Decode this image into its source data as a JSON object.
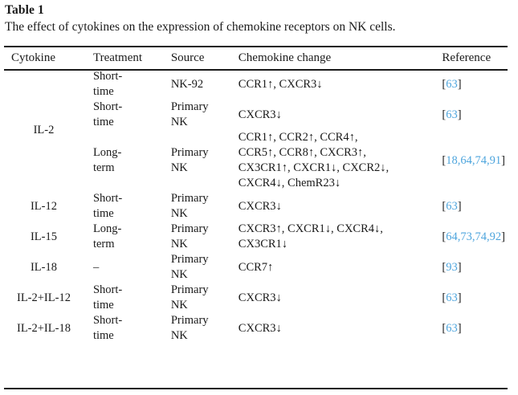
{
  "caption": {
    "label": "Table 1",
    "text": "The effect of cytokines on the expression of chemokine receptors on NK cells."
  },
  "colors": {
    "text": "#1a1a1a",
    "reference_link": "#4ea5dd",
    "rule": "#1a1a1a",
    "background": "#ffffff"
  },
  "table": {
    "columns": [
      "Cytokine",
      "Treatment",
      "Source",
      "Chemokine change",
      "Reference"
    ],
    "rows": [
      {
        "cytokine": "IL-2",
        "cytokine_rowspan": 3,
        "treatment": "Short-time",
        "source": "NK-92",
        "chemokine_change": [
          "CCR1↑, CXCR3↓"
        ],
        "reference": "[63]",
        "reference_numbers": [
          "63"
        ]
      },
      {
        "cytokine": "",
        "treatment": "Short-time",
        "source": "Primary NK",
        "chemokine_change": [
          "CXCR3↓"
        ],
        "reference": "[63]",
        "reference_numbers": [
          "63"
        ]
      },
      {
        "cytokine": "",
        "treatment": "Long-term",
        "source": "Primary NK",
        "chemokine_change": [
          "CCR1↑, CCR2↑, CCR4↑,",
          "CCR5↑, CCR8↑, CXCR3↑,",
          "CX3CR1↑, CXCR1↓, CXCR2↓,",
          "CXCR4↓, ChemR23↓"
        ],
        "reference": "[18,64,74,91]",
        "reference_numbers": [
          "18",
          "64",
          "74",
          "91"
        ]
      },
      {
        "cytokine": "IL-12",
        "cytokine_rowspan": 1,
        "treatment": "Short-time",
        "source": "Primary NK",
        "chemokine_change": [
          "CXCR3↓"
        ],
        "reference": "[63]",
        "reference_numbers": [
          "63"
        ]
      },
      {
        "cytokine": "IL-15",
        "cytokine_rowspan": 1,
        "treatment": "Long-term",
        "source": "Primary NK",
        "chemokine_change": [
          "CXCR3↑, CXCR1↓, CXCR4↓,",
          "CX3CR1↓"
        ],
        "reference": "[64,73,74,92]",
        "reference_numbers": [
          "64",
          "73",
          "74",
          "92"
        ]
      },
      {
        "cytokine": "IL-18",
        "cytokine_rowspan": 1,
        "treatment": "–",
        "source": "Primary NK",
        "chemokine_change": [
          "CCR7↑"
        ],
        "reference": "[93]",
        "reference_numbers": [
          "93"
        ]
      },
      {
        "cytokine": "IL-2+IL-12",
        "cytokine_rowspan": 1,
        "treatment": "Short-time",
        "source": "Primary NK",
        "chemokine_change": [
          "CXCR3↓"
        ],
        "reference": "[63]",
        "reference_numbers": [
          "63"
        ]
      },
      {
        "cytokine": "IL-2+IL-18",
        "cytokine_rowspan": 1,
        "treatment": "Short-time",
        "source": "Primary NK",
        "chemokine_change": [
          "CXCR3↓"
        ],
        "reference": "[63]",
        "reference_numbers": [
          "63"
        ]
      }
    ]
  }
}
